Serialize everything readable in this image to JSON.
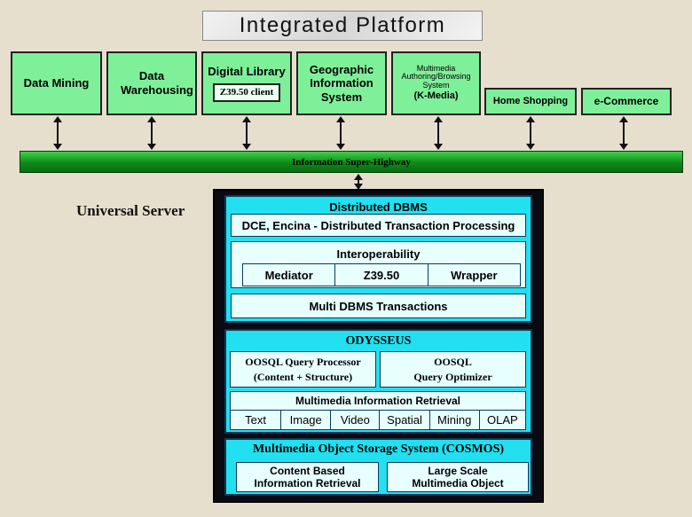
{
  "title": "Integrated Platform",
  "applications": [
    {
      "label": "Data Mining"
    },
    {
      "label": "Data Warehousing"
    },
    {
      "label": "Digital Library",
      "sub": "Z39.50 client"
    },
    {
      "label": "Geographic Information System"
    },
    {
      "label_small": "Multimedia Authoring/Browsing System",
      "label": "(K-Media)"
    },
    {
      "label": "Home Shopping"
    },
    {
      "label": "e-Commerce"
    }
  ],
  "highway": "Information Super-Highway",
  "server_label": "Universal Server",
  "ddbms": {
    "title": "Distributed DBMS",
    "dce": "DCE, Encina - Distributed Transaction Processing",
    "interop_title": "Interoperability",
    "interop_items": [
      "Mediator",
      "Z39.50",
      "Wrapper"
    ],
    "multi": "Multi DBMS Transactions"
  },
  "odysseus": {
    "title": "ODYSSEUS",
    "oosql_qp_1": "OOSQL Query Processor",
    "oosql_qp_2": "(Content + Structure)",
    "oosql_qo_1": "OOSQL",
    "oosql_qo_2": "Query Optimizer",
    "mir_title": "Multimedia Information Retrieval",
    "mir_items": [
      "Text",
      "Image",
      "Video",
      "Spatial",
      "Mining",
      "OLAP"
    ]
  },
  "cosmos": {
    "title": "Multimedia Object Storage System (COSMOS)",
    "cbir_1": "Content Based",
    "cbir_2": "Information Retrieval",
    "lsmo_1": "Large Scale",
    "lsmo_2": "Multimedia Object"
  },
  "colors": {
    "app_fill": "#7ff09a",
    "highway": "#0e8a18",
    "server_panel": "#22e0f0",
    "background": "#e6dfcd"
  }
}
